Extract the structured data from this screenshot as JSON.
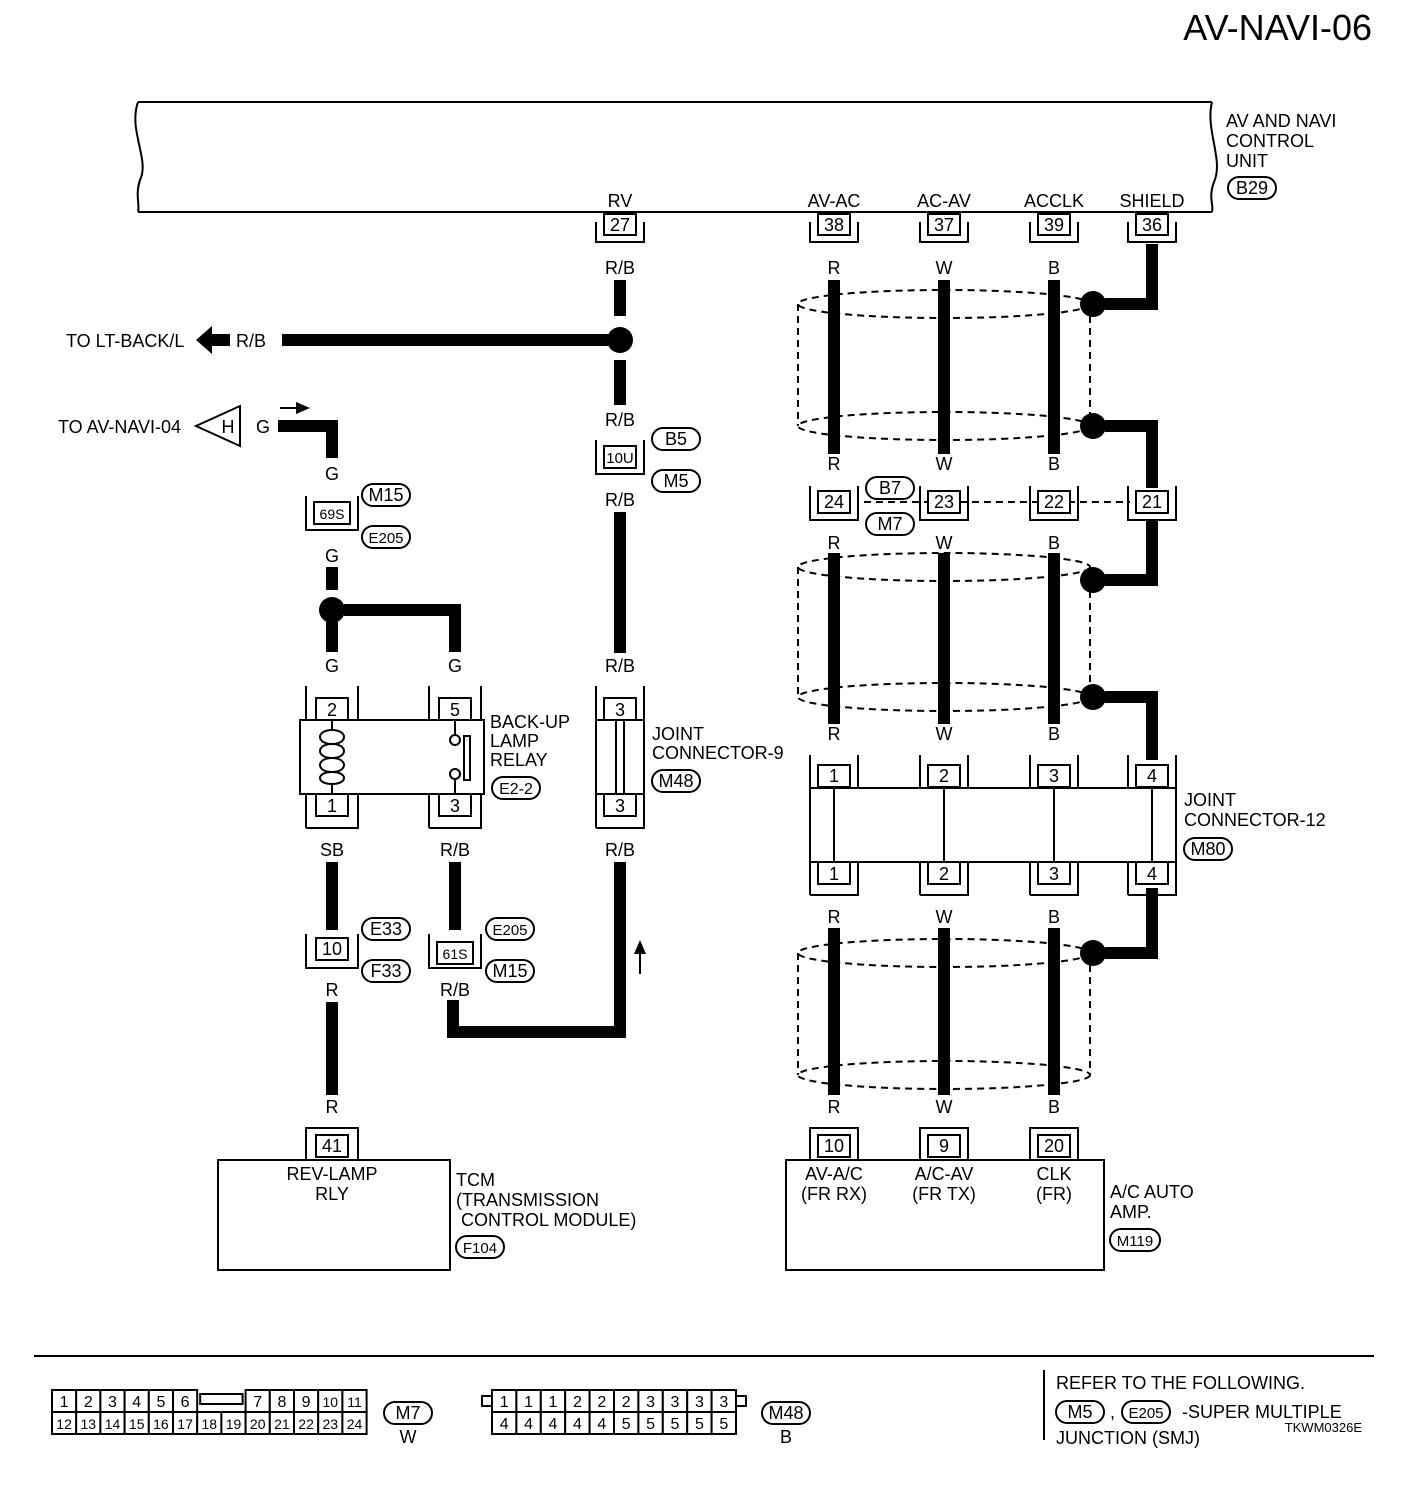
{
  "title": "AV-NAVI-06",
  "units": {
    "av_navi": {
      "lines": [
        "AV AND NAVI",
        "CONTROL",
        "UNIT"
      ],
      "conn": "B29"
    },
    "relay": {
      "lines": [
        "BACK-UP",
        "LAMP",
        "RELAY"
      ],
      "conn": "E2-2"
    },
    "jc9": {
      "lines": [
        "JOINT",
        "CONNECTOR-9"
      ],
      "conn": "M48"
    },
    "jc12": {
      "lines": [
        "JOINT",
        "CONNECTOR-12"
      ],
      "conn": "M80"
    },
    "tcm": {
      "lines": [
        "TCM",
        "(TRANSMISSION",
        " CONTROL MODULE)"
      ],
      "conn": "F104",
      "terminal": "41",
      "fn": [
        "REV-LAMP",
        "RLY"
      ]
    },
    "ac_amp": {
      "lines": [
        "A/C AUTO",
        "AMP."
      ],
      "conn": "M119"
    }
  },
  "av_pins": [
    {
      "name": "RV",
      "pin": "27",
      "color": "R/B"
    },
    {
      "name": "AV-AC",
      "pin": "38",
      "color": "R"
    },
    {
      "name": "AC-AV",
      "pin": "37",
      "color": "W"
    },
    {
      "name": "ACCLK",
      "pin": "39",
      "color": "B"
    },
    {
      "name": "SHIELD",
      "pin": "36",
      "color": ""
    }
  ],
  "offpage": {
    "lt_back": {
      "label": "TO LT-BACK/L",
      "color": "R/B"
    },
    "av_navi04": {
      "label": "TO AV-NAVI-04",
      "letter": "H",
      "color": "G"
    }
  },
  "harness_conn": {
    "c69s": {
      "pin": "69S",
      "ref_top": "M15",
      "ref_bot": "E205"
    },
    "c10u": {
      "pin": "10U",
      "ref_top": "B5",
      "ref_bot": "M5"
    },
    "c_b7": {
      "pins": [
        "24",
        "23",
        "22",
        "21"
      ],
      "ref_top": "B7",
      "ref_bot": "M7"
    },
    "c10": {
      "pin": "10",
      "ref_top": "E33",
      "ref_bot": "F33"
    },
    "c61s": {
      "pin": "61S",
      "ref_top": "E205",
      "ref_bot": "M15"
    }
  },
  "relay_pins": [
    "2",
    "5",
    "1",
    "3"
  ],
  "jc9_pins": [
    "3",
    "3"
  ],
  "jc12_pins": [
    "1",
    "2",
    "3",
    "4"
  ],
  "ac_pins": [
    {
      "pin": "10",
      "fn": [
        "AV-A/C",
        "(FR RX)"
      ]
    },
    {
      "pin": "9",
      "fn": [
        "A/C-AV",
        "(FR TX)"
      ]
    },
    {
      "pin": "20",
      "fn": [
        "CLK",
        "(FR)"
      ]
    }
  ],
  "wire_colors": {
    "g": "G",
    "sb": "SB",
    "rb": "R/B",
    "r": "R",
    "w": "W",
    "b": "B"
  },
  "legend": {
    "m7": {
      "top": [
        "1",
        "2",
        "3",
        "4",
        "5",
        "6",
        "7",
        "8",
        "9",
        "10",
        "11"
      ],
      "bottom": [
        "12",
        "13",
        "14",
        "15",
        "16",
        "17",
        "18",
        "19",
        "20",
        "21",
        "22",
        "23",
        "24"
      ],
      "conn": "M7",
      "color": "W"
    },
    "m48": {
      "top": [
        "1",
        "1",
        "1",
        "2",
        "2",
        "2",
        "3",
        "3",
        "3",
        "3"
      ],
      "bottom": [
        "4",
        "4",
        "4",
        "4",
        "4",
        "5",
        "5",
        "5",
        "5",
        "5"
      ],
      "conn": "M48",
      "color": "B"
    }
  },
  "refer": {
    "line1": "REFER TO THE FOLLOWING.",
    "conn1": "M5",
    "sep": ",",
    "conn2": "E205",
    "text": "-SUPER MULTIPLE",
    "line3": "JUNCTION (SMJ)"
  },
  "code": "TKWM0326E"
}
